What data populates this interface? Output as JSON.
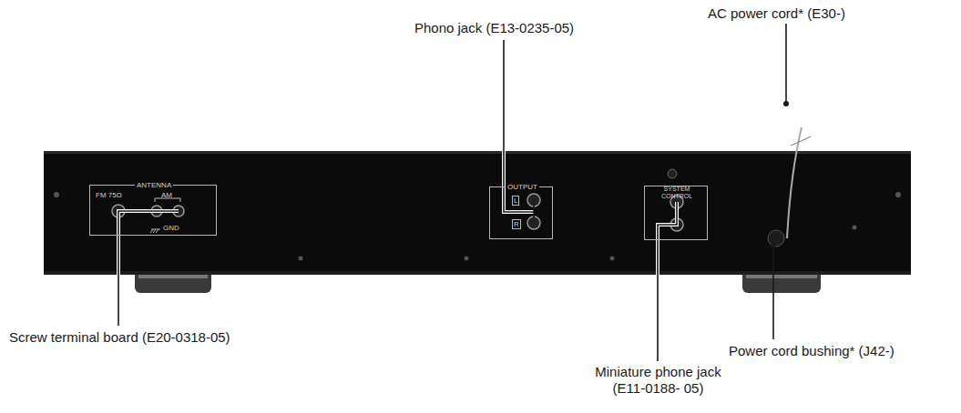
{
  "diagram": {
    "nodes": [
      {
        "text": [
          "ANTENNA",
          "FM 75Ω",
          "AM",
          "GND"
        ]
      },
      {
        "text": [
          "OUTPUT",
          "L",
          "R"
        ]
      },
      {
        "text": [
          "SYSTEM CONTROL"
        ]
      }
    ],
    "labels": [
      "AC power cord* (E30-)",
      "Phono jack (E13-0235-05)",
      "Screw terminal board (E20-0318-05)",
      "Miniature phone jack (E11-0188- 05)",
      "Power cord bushing* (J42-)"
    ]
  }
}
